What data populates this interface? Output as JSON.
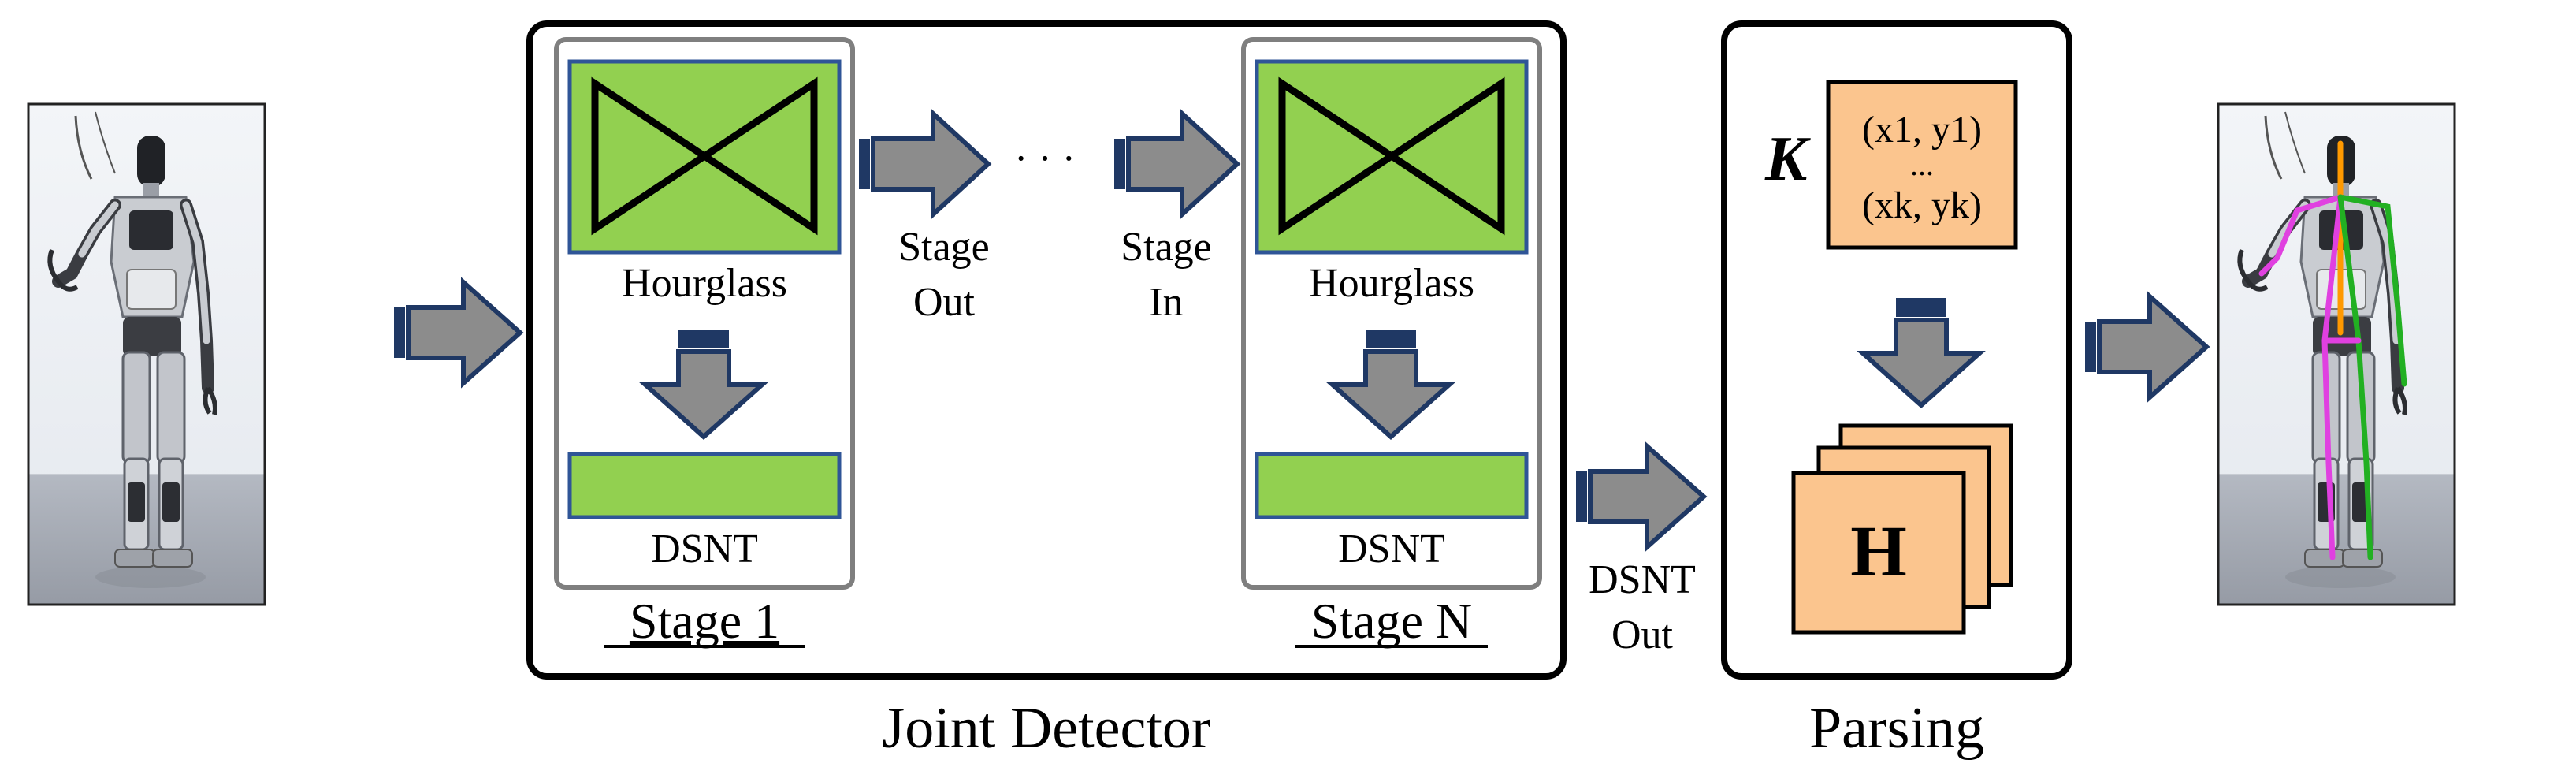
{
  "joint_detector": {
    "title": "Joint Detector",
    "stage_first": {
      "block": "Hourglass",
      "head": "DSNT",
      "label": "Stage 1"
    },
    "stage_last": {
      "block": "Hourglass",
      "head": "DSNT",
      "label": "Stage N"
    },
    "stage_out": {
      "line1": "Stage",
      "line2": "Out"
    },
    "stage_in": {
      "line1": "Stage",
      "line2": "In"
    },
    "ellipsis": "· · ·"
  },
  "connector": {
    "line1": "DSNT",
    "line2": "Out"
  },
  "parsing": {
    "title": "Parsing",
    "k_symbol": "K",
    "coord_first": "(x1, y1)",
    "coord_vdots": "...",
    "coord_last": "(xk, yk)",
    "heatmap_label": "H"
  },
  "images": {
    "input": "input-robot-photo",
    "output": "output-robot-skeleton-photo"
  },
  "colors": {
    "hourglass_fill": "#92d050",
    "hourglass_border": "#2f5597",
    "stage_border": "#7f7f7f",
    "arrow_fill": "#8c8c8c",
    "arrow_border": "#1f3864",
    "parsing_fill": "#fbc58e",
    "skeleton_left": "#e040e0",
    "skeleton_right": "#22b022",
    "skeleton_spine": "#ff9900"
  }
}
